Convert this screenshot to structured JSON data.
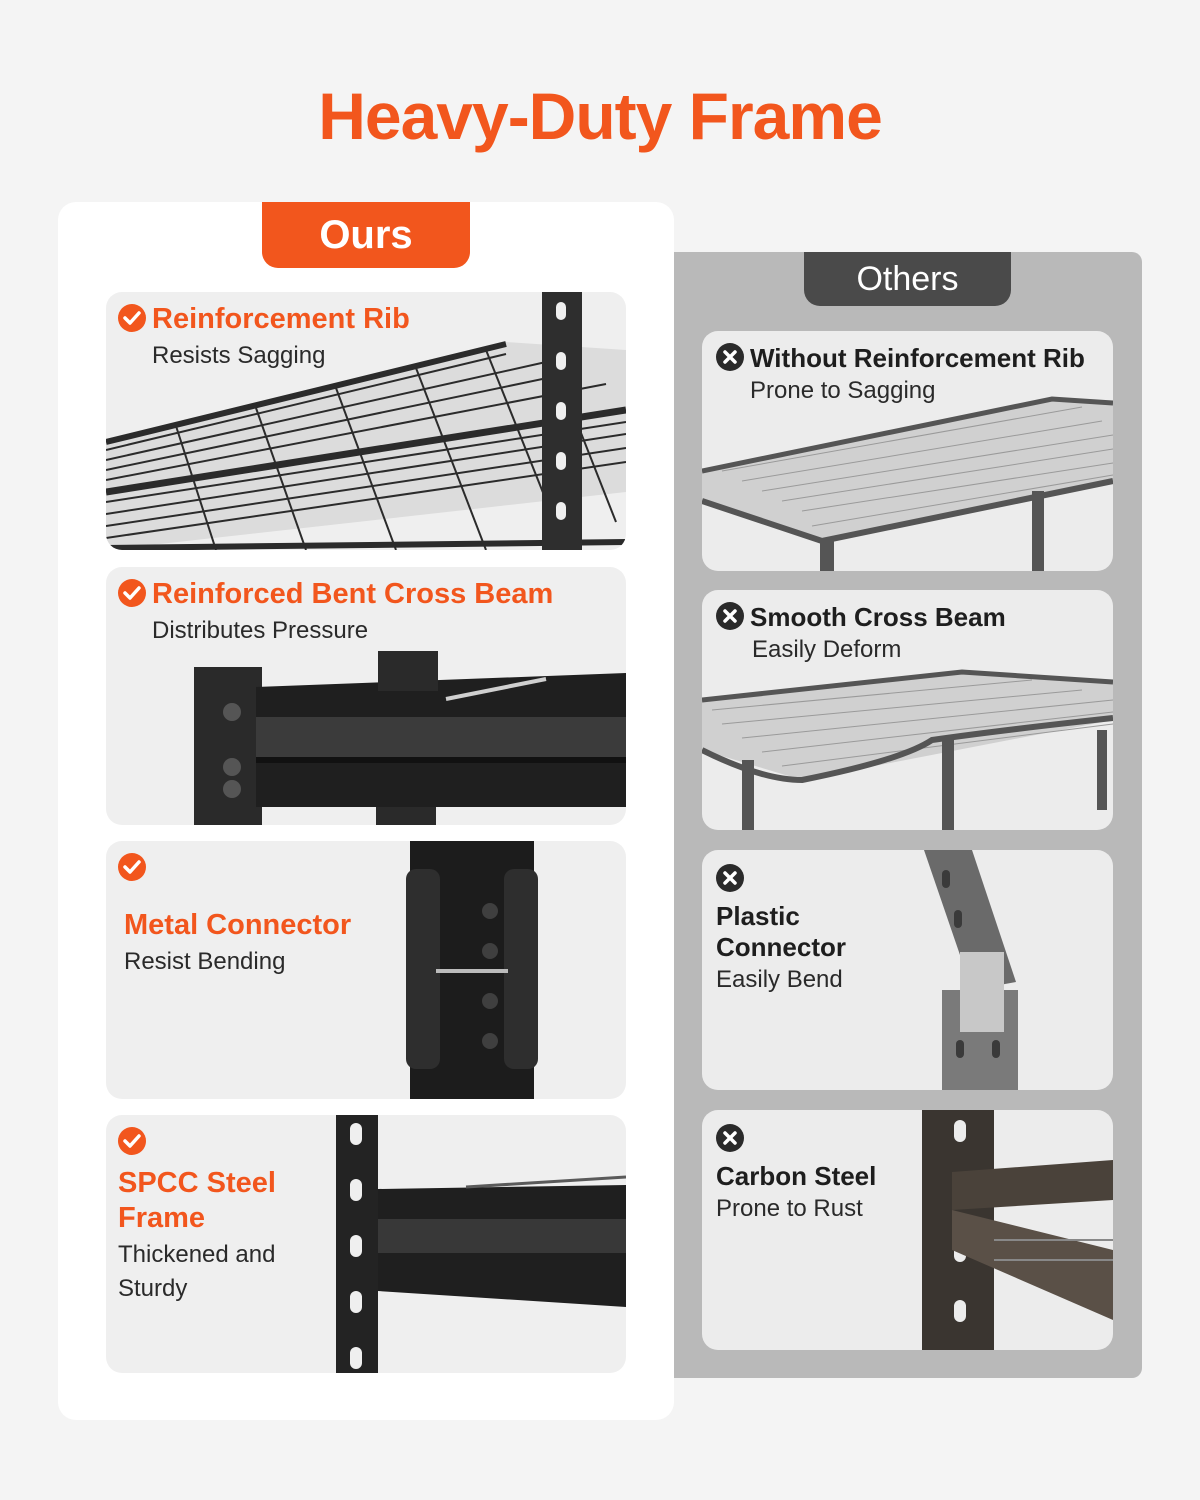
{
  "title": "Heavy-Duty Frame",
  "ours": {
    "tab_label": "Ours",
    "cards": [
      {
        "heading": "Reinforcement Rib",
        "sub": "Resists Sagging",
        "icon": "check-icon"
      },
      {
        "heading": "Reinforced Bent Cross Beam",
        "sub": "Distributes Pressure",
        "icon": "check-icon"
      },
      {
        "heading": "Metal Connector",
        "sub": "Resist Bending",
        "icon": "check-icon"
      },
      {
        "heading_line1": "SPCC Steel",
        "heading_line2": "Frame",
        "sub_line1": "Thickened and",
        "sub_line2": "Sturdy",
        "icon": "check-icon"
      }
    ]
  },
  "others": {
    "tab_label": "Others",
    "cards": [
      {
        "heading": "Without Reinforcement Rib",
        "sub": "Prone to Sagging",
        "icon": "cross-icon"
      },
      {
        "heading": "Smooth Cross Beam",
        "sub": "Easily Deform",
        "icon": "cross-icon"
      },
      {
        "heading_line1": "Plastic",
        "heading_line2": "Connector",
        "sub": "Easily Bend",
        "icon": "cross-icon"
      },
      {
        "heading": "Carbon Steel",
        "sub": "Prone to Rust",
        "icon": "cross-icon"
      }
    ]
  },
  "colors": {
    "accent": "#f2561d",
    "dark_tab": "#4a4a4a",
    "others_bg": "#b9b9b9"
  }
}
